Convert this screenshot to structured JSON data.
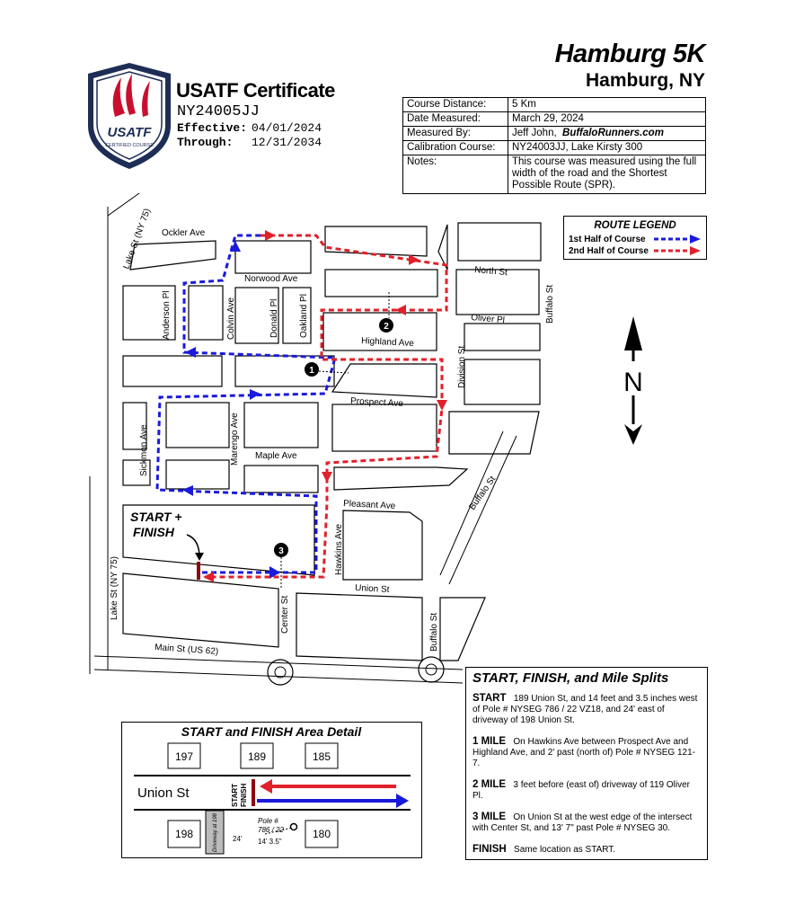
{
  "race": {
    "name": "Hamburg 5K",
    "location": "Hamburg, NY"
  },
  "certificate": {
    "title": "USATF Certificate",
    "number": "NY24005JJ",
    "effective_label": "Effective:",
    "effective_value": "04/01/2024",
    "through_label": "Through:",
    "through_value": "12/31/2034",
    "badge_text": "USATF",
    "badge_subtext": "CERTIFIED COURSE"
  },
  "course_info": [
    {
      "label": "Course Distance:",
      "value": "5 Km"
    },
    {
      "label": "Date Measured:",
      "value": "March 29, 2024"
    },
    {
      "label": "Measured By:",
      "value": "Jeff John,",
      "value_extra": "BuffaloRunners.com"
    },
    {
      "label": "Calibration Course:",
      "value": "NY24003JJ, Lake Kirsty 300"
    },
    {
      "label": "Notes:",
      "value": "This course was measured using the full width of the road and the Shortest Possible Route (SPR)."
    }
  ],
  "legend": {
    "title": "ROUTE LEGEND",
    "first_half": "1st Half of Course",
    "second_half": "2nd Half of Course",
    "first_half_color": "#1a1adb",
    "second_half_color": "#e0202a"
  },
  "map": {
    "streets": {
      "lake_st_top": "Lake St (NY 75)",
      "lake_st_bottom": "Lake St (NY 75)",
      "ockler": "Ockler Ave",
      "norwood": "Norwood Ave",
      "north": "North St",
      "anderson": "Anderson Pl",
      "colvin": "Colvin Ave",
      "donald": "Donald Pl",
      "oakland": "Oakland Pl",
      "oliver": "Oliver Pl",
      "highland": "Highland Ave",
      "division": "Division St",
      "buffalo_top": "Buffalo St",
      "prospect": "Prospect Ave",
      "sickmon": "Sickmon Ave",
      "marengo": "Marengo Ave",
      "maple": "Maple Ave",
      "pleasant": "Pleasant Ave",
      "buffalo_mid": "Buffalo St",
      "hawkins": "Hawkins Ave",
      "union": "Union St",
      "center": "Center St",
      "buffalo_bottom": "Buffalo St",
      "main": "Main St (US 62)"
    },
    "start_finish": "START +",
    "start_finish_2": "FINISH",
    "north_letter": "N",
    "mile_markers": [
      "1",
      "2",
      "3"
    ]
  },
  "detail": {
    "title": "START and FINISH Area Detail",
    "street": "Union St",
    "houses_top": [
      "197",
      "189",
      "185"
    ],
    "houses_bottom": [
      "198",
      "180"
    ],
    "driveway": "Driveway at 198",
    "start": "START",
    "finish": "FINISH",
    "pole_1": "Pole #",
    "pole_2": "786 / 22",
    "dist_1": "24'",
    "dist_2": "14' 3.5\""
  },
  "splits": {
    "title": "START, FINISH, and Mile Splits",
    "items": [
      {
        "label": "START",
        "text": "189 Union St, and 14 feet and 3.5 inches west of Pole # NYSEG 786 / 22 VZ18, and 24' east of driveway of 198 Union St."
      },
      {
        "label": "1 MILE",
        "text": "On Hawkins Ave between Prospect Ave and Highland Ave, and 2' past (north of) Pole # NYSEG 121-7."
      },
      {
        "label": "2 MILE",
        "text": "3 feet before (east of) driveway of 119 Oliver Pl."
      },
      {
        "label": "3 MILE",
        "text": "On Union St at the west edge of the intersect with Center St, and 13' 7\" past Pole # NYSEG 30."
      },
      {
        "label": "FINISH",
        "text": "Same location as START."
      }
    ]
  }
}
